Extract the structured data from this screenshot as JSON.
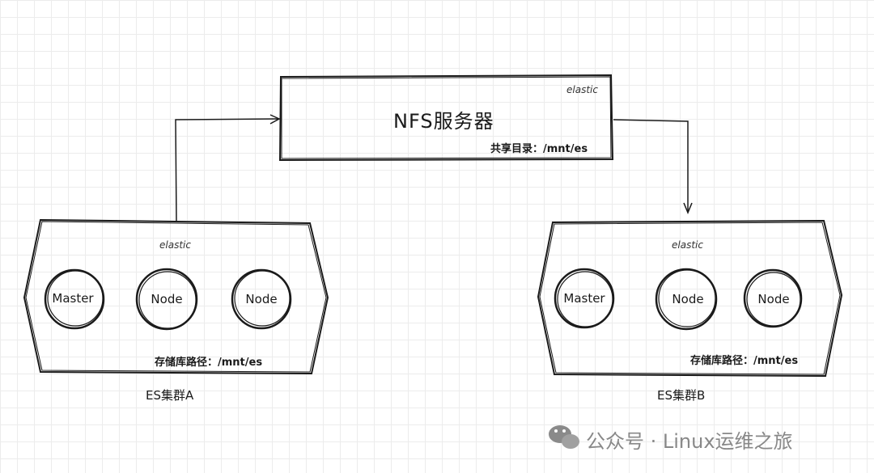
{
  "nfs_server": {
    "brand": "elastic",
    "title": "NFS服务器",
    "share_dir": "共享目录：/mnt/es"
  },
  "cluster_a": {
    "brand": "elastic",
    "nodes": [
      "Master",
      "Node",
      "Node"
    ],
    "storage_path": "存储库路径：/mnt/es",
    "label": "ES集群A"
  },
  "cluster_b": {
    "brand": "elastic",
    "nodes": [
      "Master",
      "Node",
      "Node"
    ],
    "storage_path": "存储库路径：/mnt/es",
    "label": "ES集群B"
  },
  "watermark": {
    "icon": "wechat-icon",
    "text": "公众号 · Linux运维之旅"
  },
  "colors": {
    "stroke": "#1a1a1a",
    "grid": "#ececec",
    "watermark": "#888888"
  }
}
